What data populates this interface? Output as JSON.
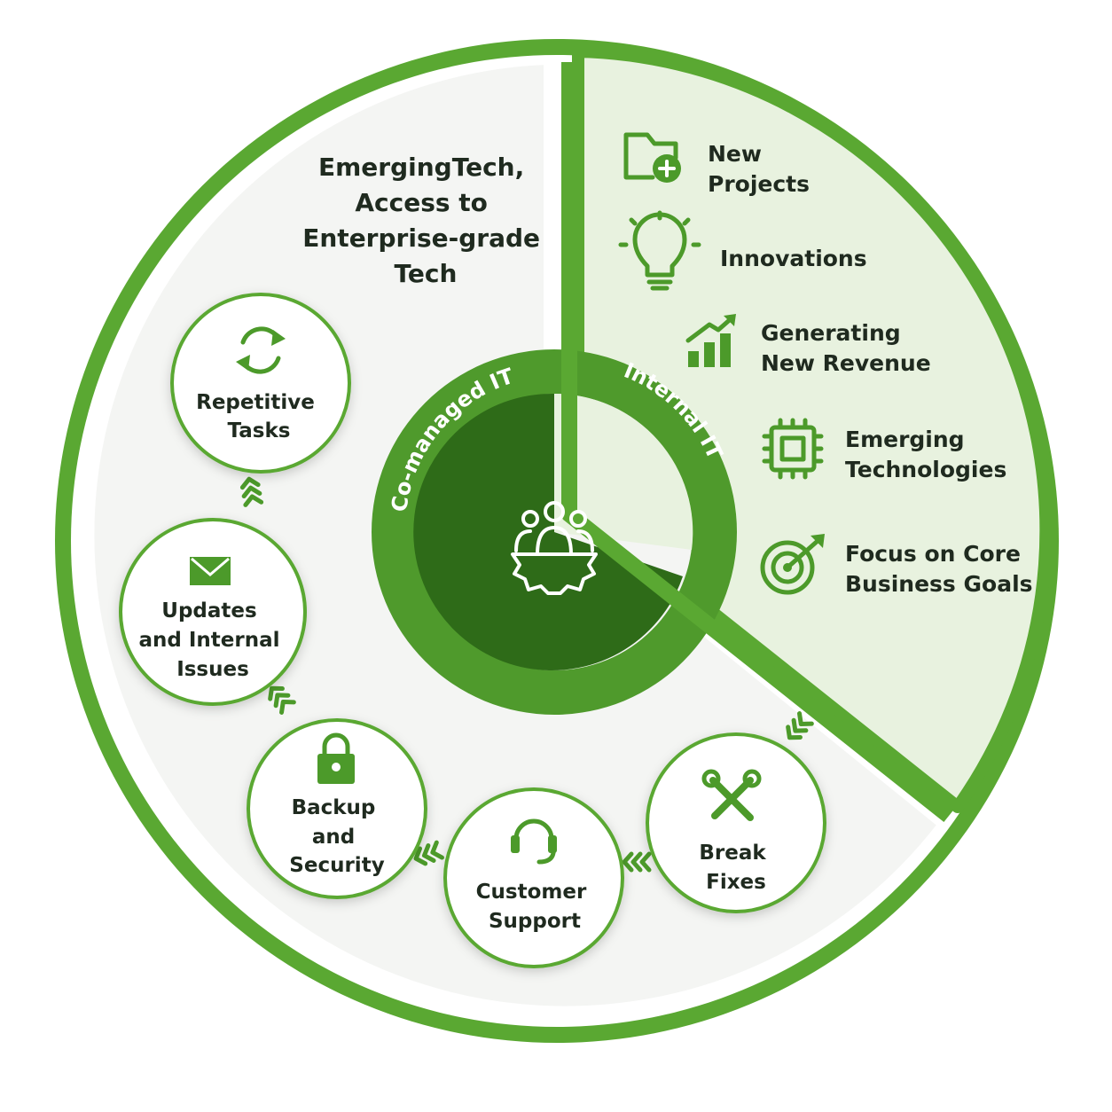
{
  "diagram": {
    "colors": {
      "ring": "#5aa832",
      "left_panel": "#f4f5f3",
      "right_panel": "#e8f2df",
      "hub_ring": "#4f9a2c",
      "hub_core": "#2e6b18",
      "icon": "#4c9a2a",
      "text": "#1f2a1f"
    },
    "hub": {
      "left_label": "Co-managed IT",
      "right_label": "Internal IT",
      "icon": "team-gear-icon"
    },
    "left_title": [
      "EmergingTech,",
      "Access to",
      "Enterprise-grade",
      "Tech"
    ],
    "right_items": [
      {
        "lines": [
          "New",
          "Projects"
        ],
        "icon": "folder-plus-icon"
      },
      {
        "lines": [
          "Innovations"
        ],
        "icon": "lightbulb-icon"
      },
      {
        "lines": [
          "Generating",
          "New Revenue"
        ],
        "icon": "growth-chart-icon"
      },
      {
        "lines": [
          "Emerging",
          "Technologies"
        ],
        "icon": "chip-icon"
      },
      {
        "lines": [
          "Focus on Core",
          "Business Goals"
        ],
        "icon": "target-icon"
      }
    ],
    "bubbles": [
      {
        "lines": [
          "Repetitive",
          "Tasks"
        ],
        "icon": "refresh-icon"
      },
      {
        "lines": [
          "Updates",
          "and Internal",
          "Issues"
        ],
        "icon": "envelope-icon"
      },
      {
        "lines": [
          "Backup",
          "and",
          "Security"
        ],
        "icon": "lock-icon"
      },
      {
        "lines": [
          "Customer",
          "Support"
        ],
        "icon": "headset-icon"
      },
      {
        "lines": [
          "Break",
          "Fixes"
        ],
        "icon": "tools-icon"
      }
    ]
  }
}
